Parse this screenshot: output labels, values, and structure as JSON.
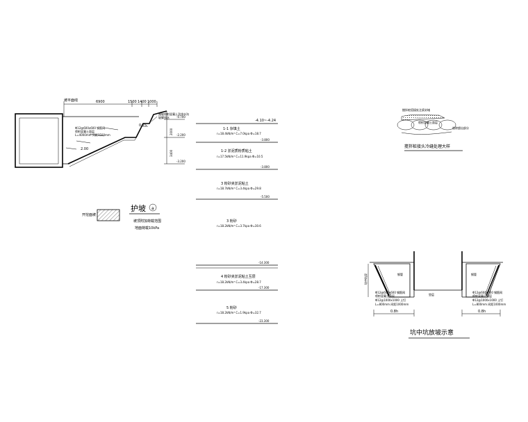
{
  "slope_section": {
    "top_label": "坡平面线",
    "dims": [
      "6900",
      "1500",
      "1400",
      "1000"
    ],
    "bench_note": "路坡喷射混凝土及排水沟",
    "bench_note2": "坡脚排水",
    "anchor_note_1": "Φ12@600x600 钢筋网",
    "anchor_note_2": "喷射混凝土面层",
    "anchor_note_3": "L=4000mm  间距1500mm",
    "slope_ratio_upper": "0.75",
    "slope_ratio_lower": "2.00",
    "level_top": "-0.700",
    "level_mid": "-2.200",
    "level_bottom": "-3.200",
    "vdim_1": "2000",
    "vdim_2": "3400"
  },
  "strata": {
    "top_level": "-4.10~-4.24",
    "layers": [
      {
        "name": "1-1  杂填土",
        "params": "r=18.4kN/m³ C=7.0kpa Φ=18.7",
        "bottom_level": "-3.800"
      },
      {
        "name": "1-2  淤泥质粉质粘土",
        "params": "r=17.5kN/m³ C=11.9kpa Φ=10.5",
        "bottom_level": "-3.800"
      },
      {
        "name": "3  粉砂夹淤泥粘土",
        "params": "r=18.7kN/m³ C=3.4kpa Φ=29.8",
        "bottom_level": "-5.500"
      },
      {
        "name": "3  粉砂",
        "params": "r=18.2kN/m³ C=3.7kpa Φ=30.6",
        "bottom_level": "-14.300"
      },
      {
        "name": "4  粉砂夹淤泥粘土互层",
        "params": "r=18.2kN/m³ C=3.4kpa Φ=28.7",
        "bottom_level": "-17.300"
      },
      {
        "name": "5  粉砂",
        "params": "r=18.2kN/m³ C=1.9kpa Φ=32.7",
        "bottom_level": "-23.300"
      }
    ]
  },
  "legend": {
    "swatch_label": "开挖面坡",
    "title": "护坡",
    "circle_mark": "a",
    "sub1": "坡顶附加荷载范围",
    "sub2": "地面荷载10kPa"
  },
  "detail_joint": {
    "note_top": "搅拌桩搭接处注浆封堵",
    "note_mid": "喷射混凝土面层",
    "note_bot": "凿除超出部分",
    "title": "搅拌桩接头冷缝处理大样"
  },
  "pit_detail": {
    "label_depth": "坑中坑深",
    "label_left_top": "钢管",
    "label_right_top": "钢管",
    "label_bottom": "垫层",
    "left_note_1": "Φ12@600x600 钢筋网",
    "left_note_2": "喷射混凝土面层",
    "left_note_3": "Φ12@1000x1000 土钉",
    "left_note_4": "L=800mm  间距1000mm",
    "right_note_1": "Φ12@600x600 钢筋网",
    "right_note_2": "喷射混凝土面层",
    "right_note_3": "Φ12@1000x1000 土钉",
    "right_note_4": "L=800mm  间距1000mm",
    "dim_left": "0.8h",
    "dim_right": "0.8h",
    "title": "坑中坑放坡示意"
  }
}
